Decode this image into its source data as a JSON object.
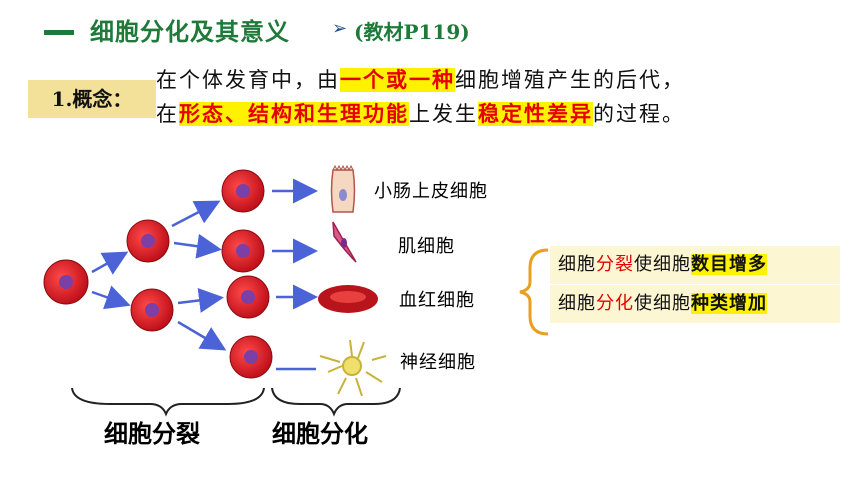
{
  "heading": {
    "title": "细胞分化及其意义",
    "ref": "(教材P119)"
  },
  "concept": {
    "label": "1.概念：",
    "line1": {
      "pre": "在个体发育中，由",
      "hl": "一个或一种",
      "post": "细胞增殖产生的后代，"
    },
    "line2": {
      "pre": "在",
      "hl1": "形态、结构和生理功能",
      "mid": "上发生",
      "hl2": "稳定性差异",
      "post": "的过程。"
    }
  },
  "cell_types": [
    "小肠上皮细胞",
    "肌细胞",
    "血红细胞",
    "神经细胞"
  ],
  "bottom_labels": {
    "division": "细胞分裂",
    "differentiation": "细胞分化"
  },
  "summary": {
    "row1": {
      "a": "细胞",
      "b": "分裂",
      "c": "使细胞",
      "d": "数目增多"
    },
    "row2": {
      "a": "细胞",
      "b": "分化",
      "c": "使细胞",
      "d": "种类增加"
    }
  },
  "colors": {
    "heading": "#1f7a3a",
    "highlight": "#fff200",
    "emphasis": "#e60000",
    "cell": "#d0121b",
    "nucleus": "#7b3fa6",
    "arrow": "#4b63d6"
  }
}
